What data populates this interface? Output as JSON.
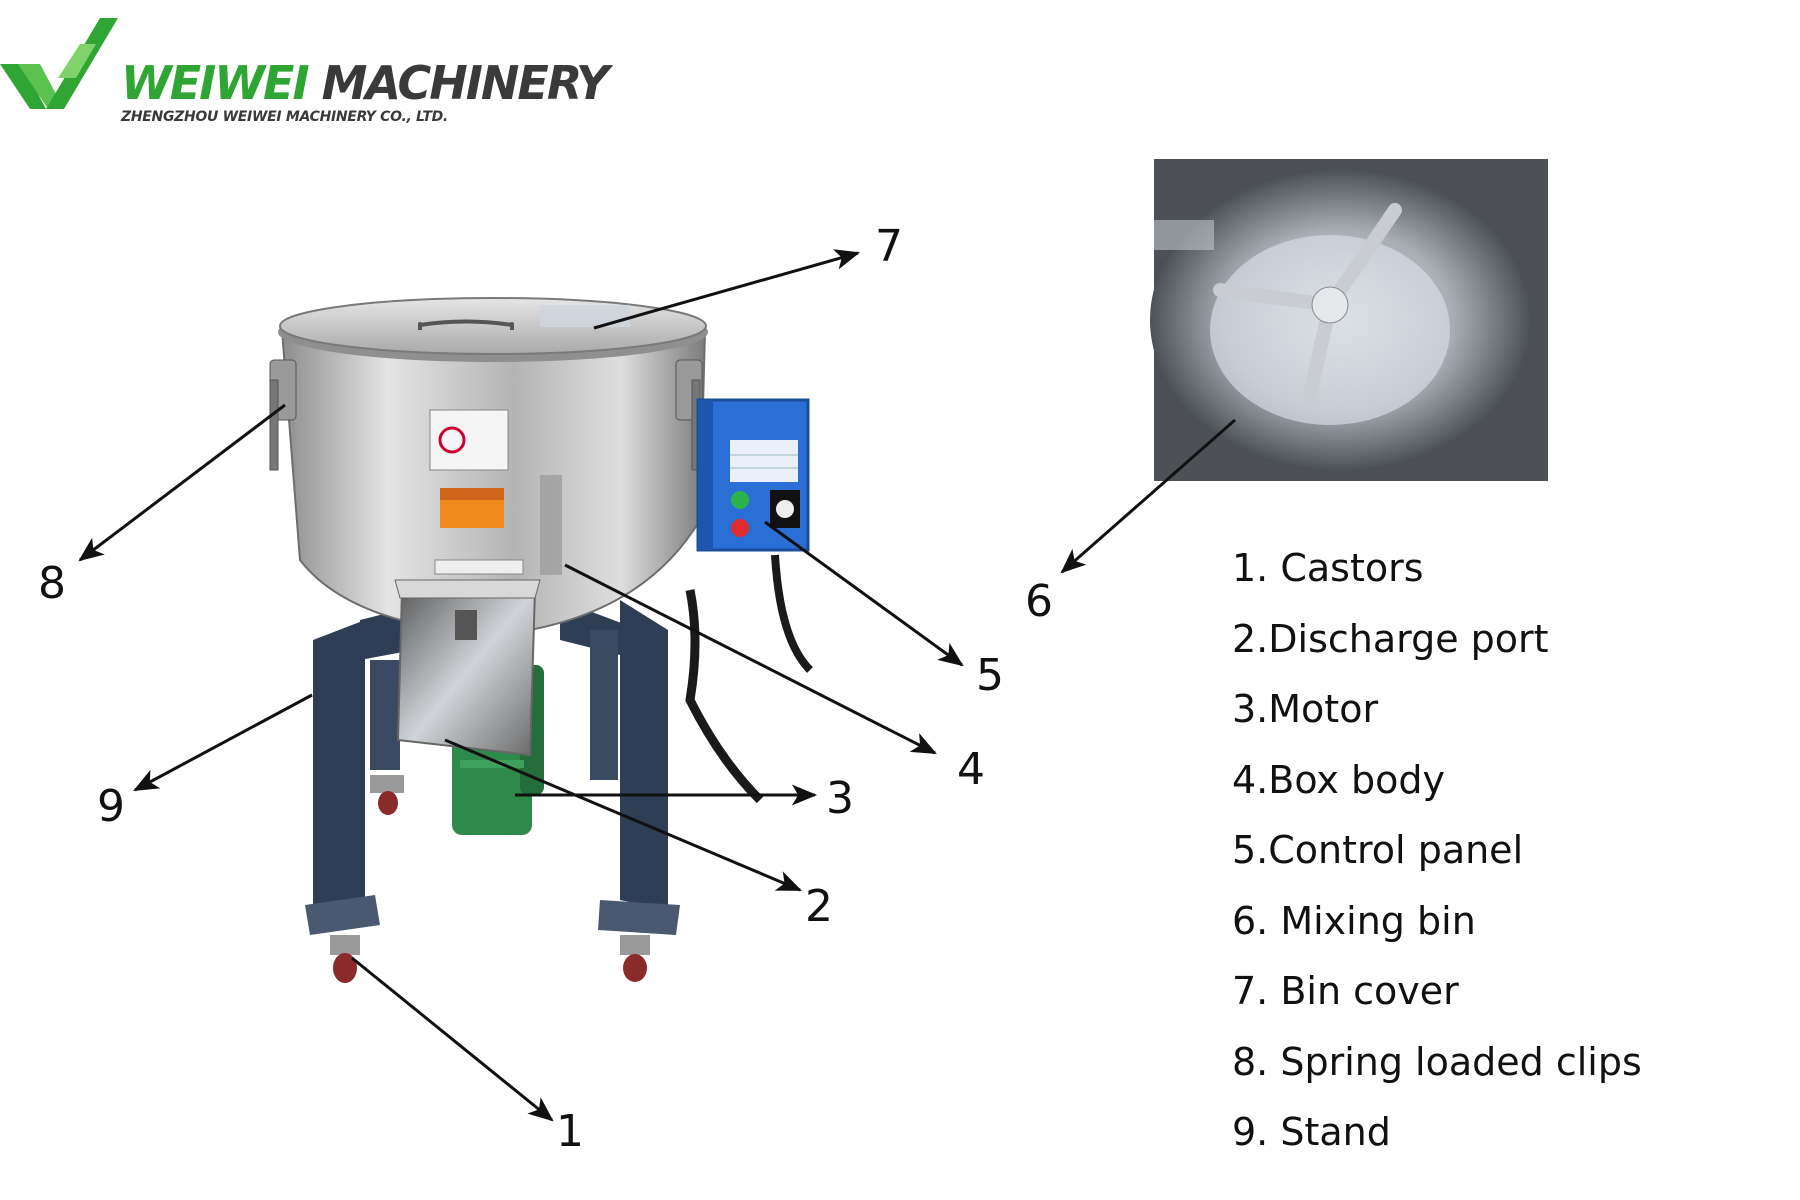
{
  "logo": {
    "brand_part1": "WEIWEI",
    "brand_part2": "MACHINERY",
    "company": "ZHENGZHOU WEIWEI MACHINERY CO., LTD.",
    "colors": {
      "green": "#2fa534",
      "dark": "#3a3a3a"
    }
  },
  "callouts": {
    "n1": "1",
    "n2": "2",
    "n3": "3",
    "n4": "4",
    "n5": "5",
    "n6": "6",
    "n7": "7",
    "n8": "8",
    "n9": "9"
  },
  "legend": [
    "1. Castors",
    "2.Discharge port",
    "3.Motor",
    "4.Box body",
    "5.Control panel",
    "6. Mixing bin",
    "7. Bin cover",
    "8. Spring loaded clips",
    "9. Stand"
  ],
  "colors": {
    "stand": "#2f3e55",
    "steel": "#c8c8c8",
    "panel": "#2a6fd6",
    "motor": "#2d8a4a",
    "arrow": "#111111"
  }
}
